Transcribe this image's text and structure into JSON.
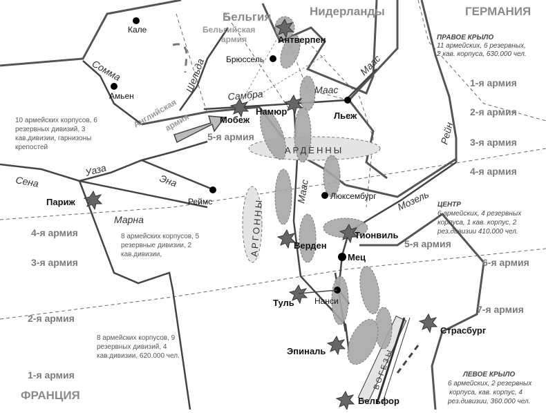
{
  "countries": {
    "germany": "ГЕРМАНИЯ",
    "netherlands": "Нидерланды",
    "belgium": "Бельгия",
    "france": "ФРАНЦИЯ"
  },
  "cities": {
    "calais": "Кале",
    "amiens": "Амьен",
    "antwerp": "Антверпен",
    "brussels": "Брюссель",
    "namur": "Намюр",
    "liege": "Льеж",
    "maubeuge": "Мобеж",
    "paris": "Париж",
    "reims": "Реймс",
    "luxembourg": "Люксембург",
    "thionville": "Тионвиль",
    "verdun": "Верден",
    "metz": "Мец",
    "toul": "Туль",
    "nancy": "Нанси",
    "epinal": "Эпиналь",
    "belfort": "Бельфор",
    "strasbourg": "Страсбург"
  },
  "rivers": {
    "somme": "Сомма",
    "scheldt": "Шельда",
    "sambre": "Самбра",
    "meuse_north": "Маас",
    "meuse_ne": "Маас",
    "meuse_south": "Маас",
    "rhine": "Рейн",
    "oise": "Уаза",
    "seine": "Сена",
    "aisne": "Эна",
    "marne": "Марна",
    "moselle": "Мозель"
  },
  "regions": {
    "ardennes": "АРДЕННЫ",
    "argonne": "АРГОННЫ",
    "vosges": "ВОГЕЗЫ"
  },
  "armies_labels": {
    "belgian_army_line1": "Бельгийская",
    "belgian_army_line2": "армия",
    "english_army_line1": "Английская",
    "english_army_line2": "армия"
  },
  "german_armies": [
    "1-я армия",
    "2-я армия",
    "3-я армия",
    "4-я армия",
    "5-я армия",
    "6-я армия",
    "7-я армия"
  ],
  "french_armies": [
    "1-я армия",
    "2-я армия",
    "3-я армия",
    "4-я армия",
    "5-я армия"
  ],
  "notes": {
    "right_wing_title": "ПРАВОЕ КРЫЛО",
    "right_wing_l1": "11 армейских, 6 резервных,",
    "right_wing_l2": "2 кав. корпуса, 630.000  чел.",
    "center_title": "ЦЕНТР",
    "center_l1": "6 армейских, 4 резервных",
    "center_l2": "корпуса, 1 кав. корпус, 2",
    "center_l3": "рез.дивизии 410.000  чел.",
    "left_wing_title": "ЛЕВОЕ  КРЫЛО",
    "left_wing_l1": "6 армейских, 2 резервных",
    "left_wing_l2": "корпуса,  кав. корпус, 4",
    "left_wing_l3": "рез.дивизии, 360.000  чел.",
    "fr_left_l1": "10 армейских корпусов, 6",
    "fr_left_l2": "резервных дивизий, 3",
    "fr_left_l3": "кав.дивизии, гарнизоны",
    "fr_left_l4": "крепостей",
    "fr_mid_l1": "8 армейских корпусов, 5",
    "fr_mid_l2": "резервные дивизии, 2",
    "fr_mid_l3": "кав.дивизии,",
    "fr_bottom_l1": "8 армейских корпусов, 9",
    "fr_bottom_l2": "резервных дивизий, 4",
    "fr_bottom_l3": "кав.дивизии, 620.000 чел."
  },
  "colors": {
    "border": "#555555",
    "river": "#5a5a5a",
    "army_fill": "#a8a8a8",
    "army_stroke": "#6a6a6a",
    "fortress": "#444444",
    "city_dot": "#000000"
  }
}
